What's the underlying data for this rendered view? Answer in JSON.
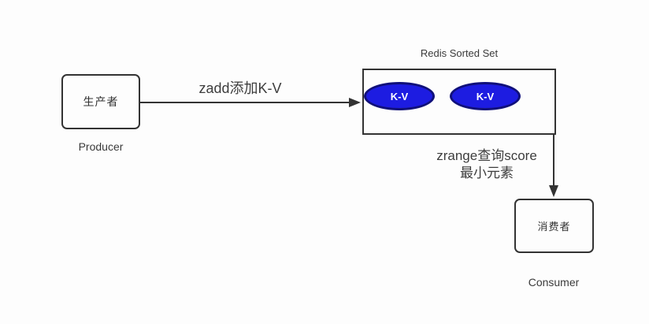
{
  "diagram": {
    "producer": {
      "label": "生产者",
      "caption": "Producer"
    },
    "redis": {
      "title": "Redis Sorted Set",
      "items": [
        {
          "label": "K-V"
        },
        {
          "label": "K-V"
        }
      ]
    },
    "consumer": {
      "label": "消费者",
      "caption": "Consumer"
    },
    "edges": {
      "zadd": {
        "label": "zadd添加K-V"
      },
      "zrange": {
        "label_line1": "zrange查询score",
        "label_line2": "最小元素"
      }
    },
    "colors": {
      "item_fill": "#1d1ce1",
      "item_border": "#10107a",
      "line_stroke": "#333333",
      "text": "#3a3a3a",
      "item_text": "#ffffff",
      "background": "#fdfdfd"
    }
  }
}
